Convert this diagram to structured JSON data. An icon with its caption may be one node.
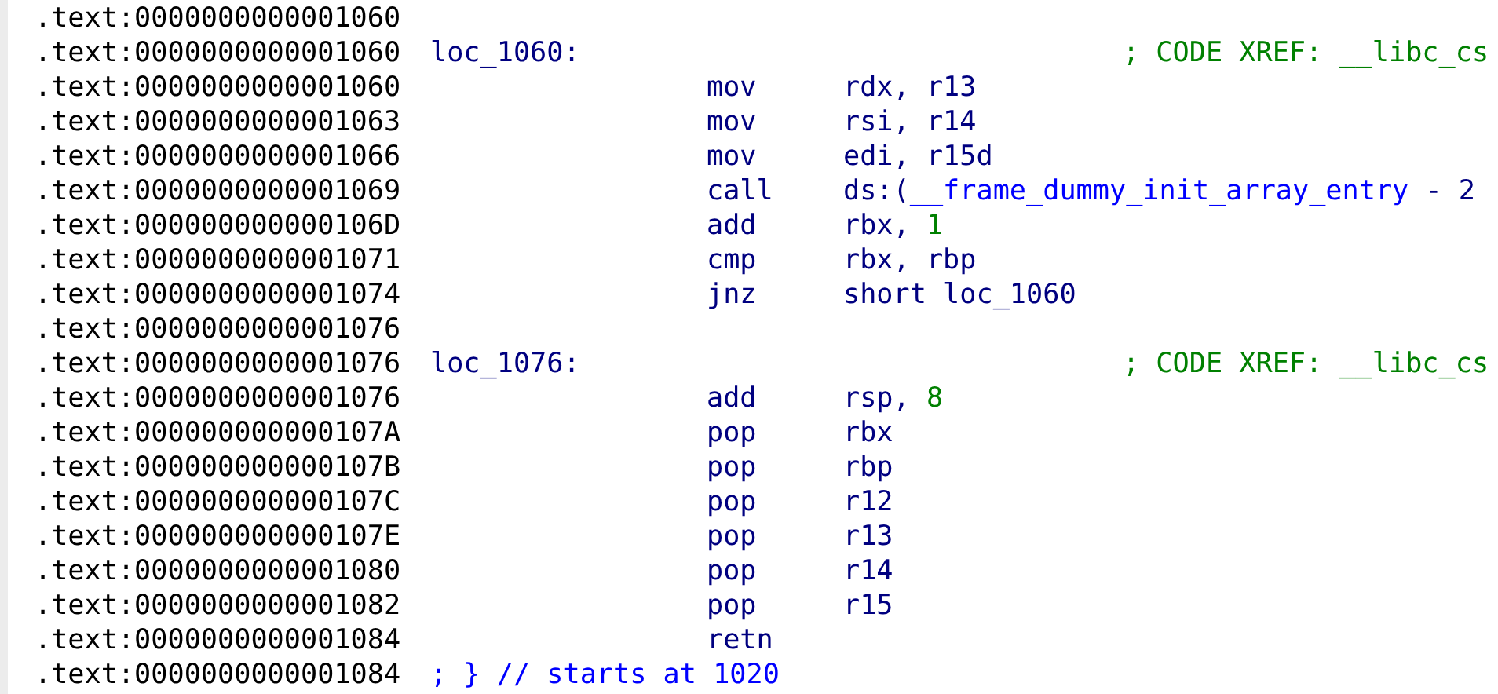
{
  "diagram": {
    "labels": [
      ".text:0000000000001060",
      ".text:0000000000001060",
      "loc_1060:",
      "; CODE XREF: __libc_cs",
      ".text:0000000000001060",
      "mov",
      "rdx, r13",
      ".text:0000000000001063",
      "mov",
      "rsi, r14",
      ".text:0000000000001066",
      "mov",
      "edi, r15d",
      ".text:0000000000001069",
      "call",
      "ds:(",
      "__frame_dummy_init_array_entry",
      "- 2",
      ".text:000000000000106D",
      "add",
      "rbx,",
      "1",
      ".text:0000000000001071",
      "cmp",
      "rbx, rbp",
      ".text:0000000000001074",
      "jnz",
      "short loc_1060",
      ".text:0000000000001076",
      ".text:0000000000001076",
      "loc_1076:",
      "; CODE XREF: __libc_cs",
      ".text:0000000000001076",
      "add",
      "rsp,",
      "8",
      ".text:000000000000107A",
      "pop",
      "rbx",
      ".text:000000000000107B",
      "pop",
      "rbp",
      ".text:000000000000107C",
      "pop",
      "r12",
      ".text:000000000000107E",
      "pop",
      "r13",
      ".text:0000000000001080",
      "pop",
      "r14",
      ".text:0000000000001082",
      "pop",
      "r15",
      ".text:0000000000001084",
      "retn",
      ".text:0000000000001084",
      "; } // starts at 1020"
    ]
  }
}
